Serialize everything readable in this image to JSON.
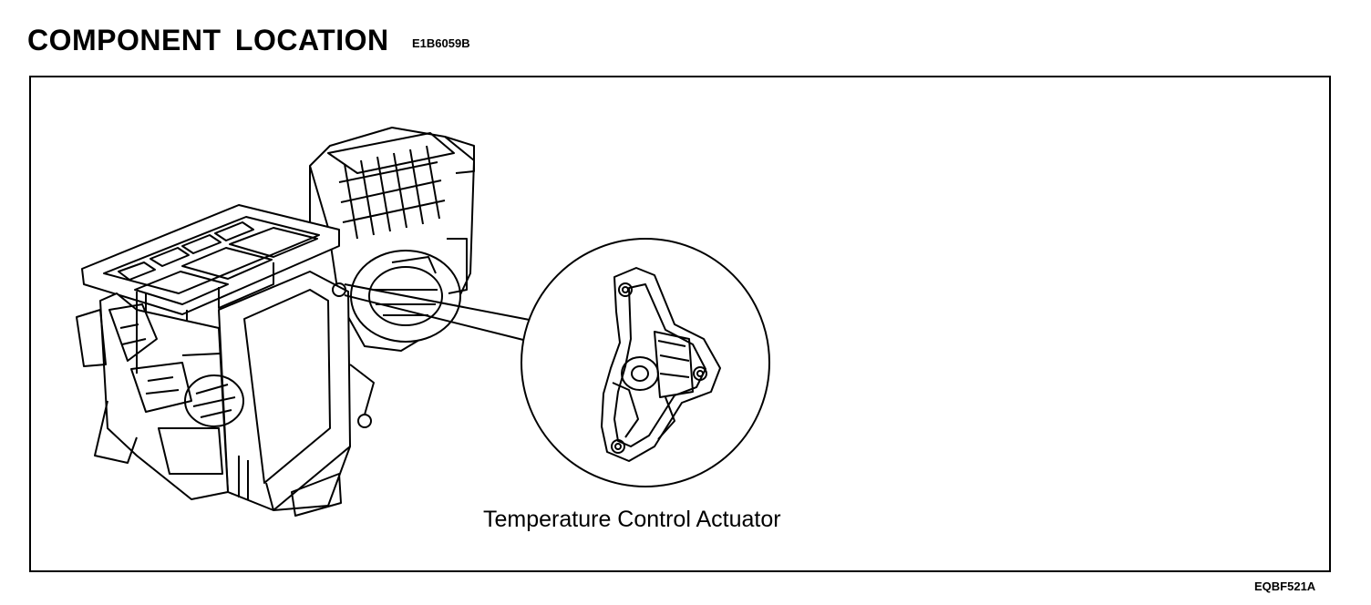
{
  "header": {
    "title": "COMPONENT LOCATION",
    "code": "E1B6059B"
  },
  "diagram": {
    "callout_label": "Temperature Control Actuator"
  },
  "footer": {
    "figure_ref": "EQBF521A"
  }
}
